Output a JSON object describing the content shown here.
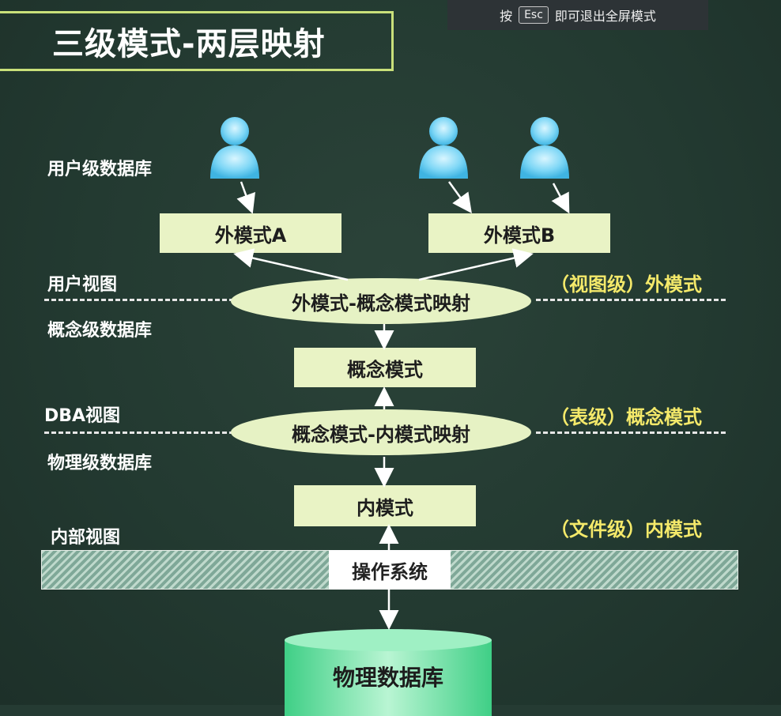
{
  "title": "三级模式-两层映射",
  "overlay": {
    "prefix": "按",
    "key": "Esc",
    "suffix": "即可退出全屏模式"
  },
  "left_labels": {
    "user_db": "用户级数据库",
    "user_view": "用户视图",
    "concept_db": "概念级数据库",
    "dba_view": "DBA视图",
    "physical_db": "物理级数据库",
    "internal_view": "内部视图"
  },
  "right_labels": {
    "view_level": "（视图级）外模式",
    "table_level": "（表级）概念模式",
    "file_level": "（文件级）内模式"
  },
  "boxes": {
    "ext_a": "外模式A",
    "ext_b": "外模式B",
    "concept": "概念模式",
    "internal": "内模式",
    "os": "操作系统",
    "physical": "物理数据库"
  },
  "mappings": {
    "ext_concept": "外模式-概念模式映射",
    "concept_internal": "概念模式-内模式映射"
  },
  "colors": {
    "background": "#253b33",
    "title_border": "#c9e07a",
    "box_fill": "#e9f3c5",
    "highlight_text": "#f4e96a",
    "db_fill": "#6fe3a6",
    "user_icon": "#6ed0f2"
  }
}
